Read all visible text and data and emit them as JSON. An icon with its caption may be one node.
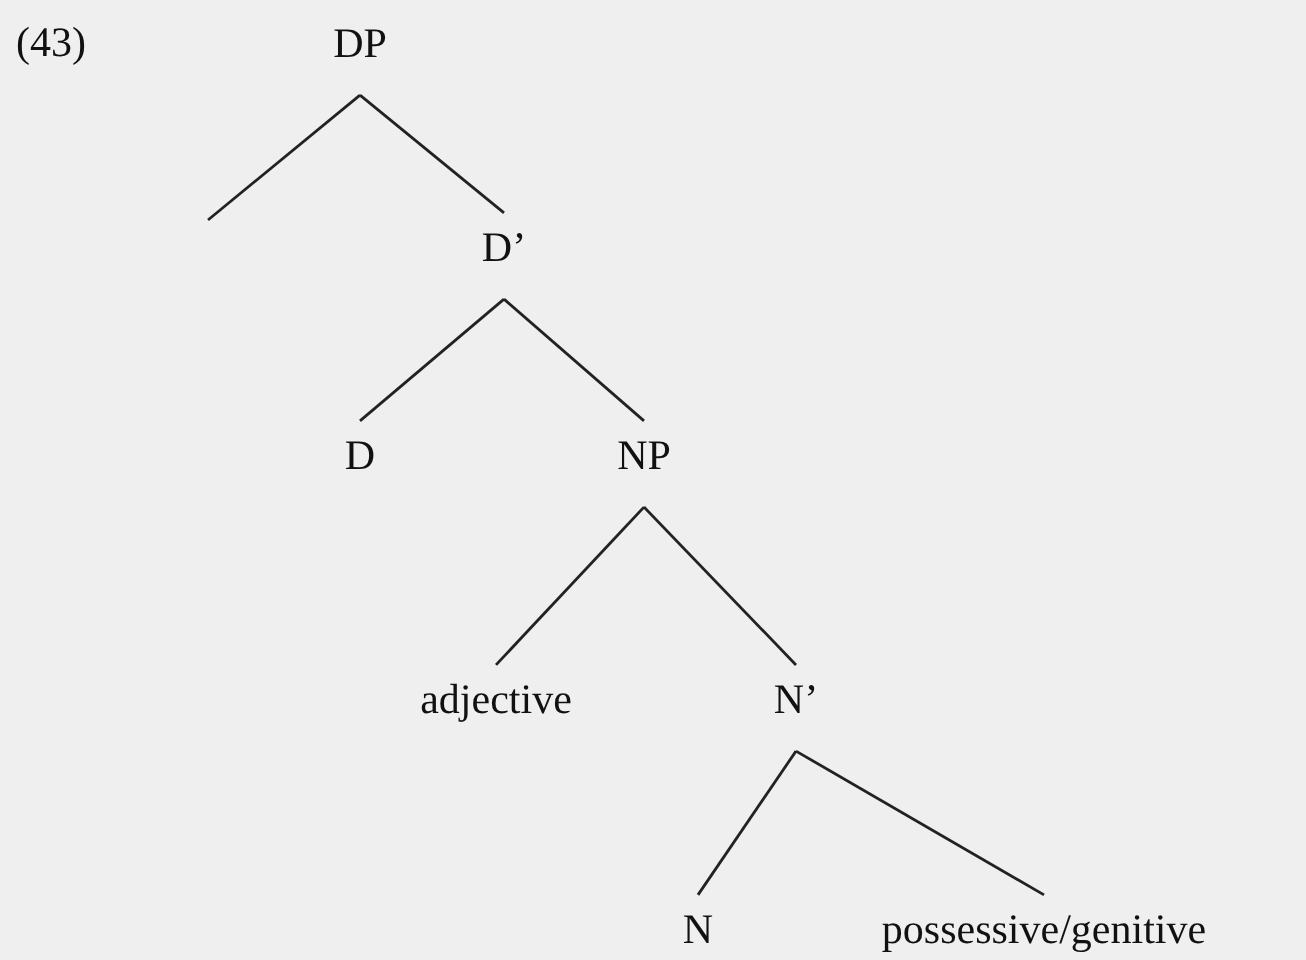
{
  "diagram": {
    "nodes": [
      {
        "text": [
          "DP"
        ]
      },
      {
        "text": [
          "D’"
        ]
      },
      {
        "text": [
          "D"
        ]
      },
      {
        "text": [
          "NP"
        ]
      },
      {
        "text": [
          "adjective"
        ]
      },
      {
        "text": [
          "N’"
        ]
      },
      {
        "text": [
          "N"
        ]
      },
      {
        "text": [
          "possessive/genitive"
        ]
      }
    ],
    "edges": [
      {
        "from": 0,
        "to": null,
        "arrow": "none"
      },
      {
        "from": 0,
        "to": 1,
        "arrow": "none"
      },
      {
        "from": 1,
        "to": 2,
        "arrow": "none"
      },
      {
        "from": 1,
        "to": 3,
        "arrow": "none"
      },
      {
        "from": 3,
        "to": 4,
        "arrow": "none"
      },
      {
        "from": 3,
        "to": 5,
        "arrow": "none"
      },
      {
        "from": 5,
        "to": 6,
        "arrow": "none"
      },
      {
        "from": 5,
        "to": 7,
        "arrow": "none"
      }
    ],
    "labels": [
      "(43)"
    ]
  }
}
